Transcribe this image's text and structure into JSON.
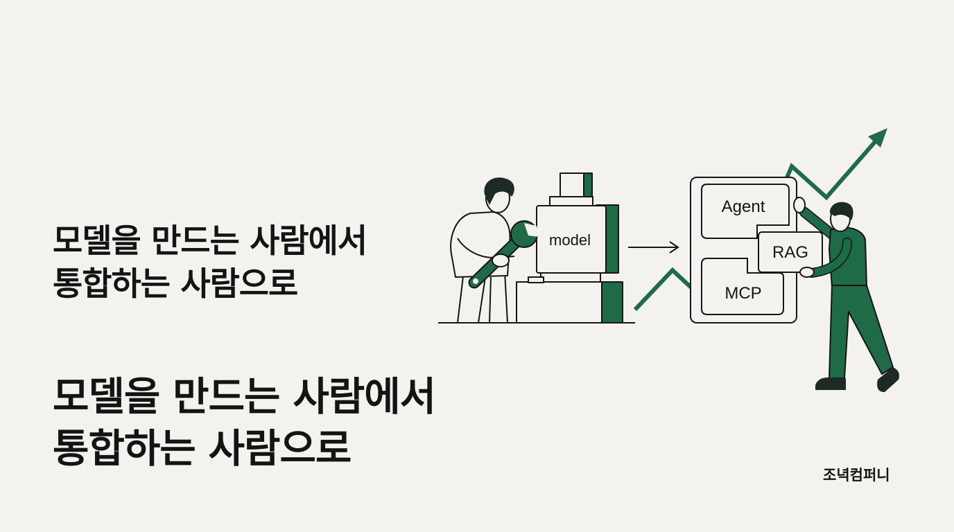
{
  "headline_small": {
    "line1": "모델을 만드는 사람에서",
    "line2": "통합하는 사람으로"
  },
  "headline_large": {
    "line1": "모델을 만드는 사람에서",
    "line2": "통합하는 사람으로"
  },
  "illustration": {
    "model_label": "model",
    "agent_label": "Agent",
    "rag_label": "RAG",
    "mcp_label": "MCP"
  },
  "brand": "조녁컴퍼니",
  "colors": {
    "background": "#f3f2ee",
    "accent_green": "#1f6b47",
    "ink": "#141414"
  }
}
